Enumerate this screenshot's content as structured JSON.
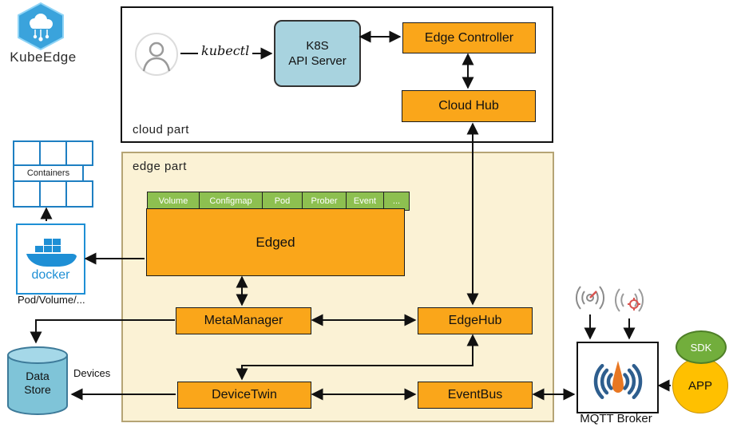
{
  "colors": {
    "orange": "#FAA61A",
    "cream": "#FBF2D5",
    "cream-border": "#B5A475",
    "tab-green": "#8DC050",
    "k8s-blue": "#A8D3DF",
    "docker-blue": "#1E8FD5",
    "container-blue": "#1E7FC2",
    "cylinder-blue": "#7FC4D8",
    "mqtt-navy": "#2E5E8E",
    "mqtt-flame": "#E87722",
    "sdk-green": "#72AE3C",
    "app-yellow": "#FFC000",
    "logo-blue": "#3AA3DC"
  },
  "logo": {
    "label": "KubeEdge"
  },
  "cloud_part": {
    "label": "cloud part",
    "kubectl_label": "kubectl",
    "k8s_api_server": {
      "line1": "K8S",
      "line2": "API Server"
    },
    "edge_controller": "Edge Controller",
    "cloud_hub": "Cloud Hub"
  },
  "edge_part": {
    "label": "edge part",
    "edged": "Edged",
    "edged_tabs": [
      "Volume",
      "Configmap",
      "Pod",
      "Prober",
      "Event",
      "..."
    ],
    "meta_manager": "MetaManager",
    "edge_hub": "EdgeHub",
    "device_twin": "DeviceTwin",
    "event_bus": "EventBus"
  },
  "left_side": {
    "containers_label": "Containers",
    "docker_label": "docker",
    "pod_volume_label": "Pod/Volume/...",
    "data_store_label": "Data Store",
    "devices_label": "Devices"
  },
  "right_side": {
    "mqtt_broker_label": "MQTT Broker",
    "sdk_label": "SDK",
    "app_label": "APP"
  }
}
